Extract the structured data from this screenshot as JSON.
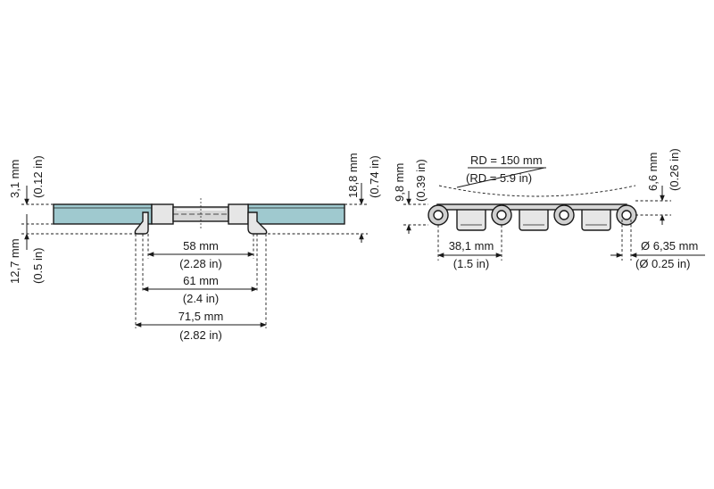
{
  "colors": {
    "plate_fill": "#9fc9cf",
    "metal_fill": "#e6e6e6",
    "metal_dark": "#c9c9c9",
    "line": "#1a1a1a",
    "background": "#ffffff"
  },
  "side_view": {
    "dim_3_1_mm": "3,1 mm",
    "dim_3_1_in": "(0.12 in)",
    "dim_12_7_mm": "12,7 mm",
    "dim_12_7_in": "(0.5 in)",
    "dim_18_8_mm": "18,8 mm",
    "dim_18_8_in": "(0.74 in)",
    "dim_58_mm": "58 mm",
    "dim_58_in": "(2.28 in)",
    "dim_61_mm": "61 mm",
    "dim_61_in": "(2.4 in)",
    "dim_71_5_mm": "71,5 mm",
    "dim_71_5_in": "(2.82 in)"
  },
  "chain_view": {
    "rd_mm": "RD = 150 mm",
    "rd_in": "(RD = 5.9 in)",
    "dim_9_8_mm": "9,8 mm",
    "dim_9_8_in": "(0.39 in)",
    "dim_6_6_mm": "6,6 mm",
    "dim_6_6_in": "(0.26 in)",
    "pitch_mm": "38,1 mm",
    "pitch_in": "(1.5 in)",
    "pin_mm": "Ø 6,35 mm",
    "pin_in": "(Ø 0.25 in)"
  }
}
